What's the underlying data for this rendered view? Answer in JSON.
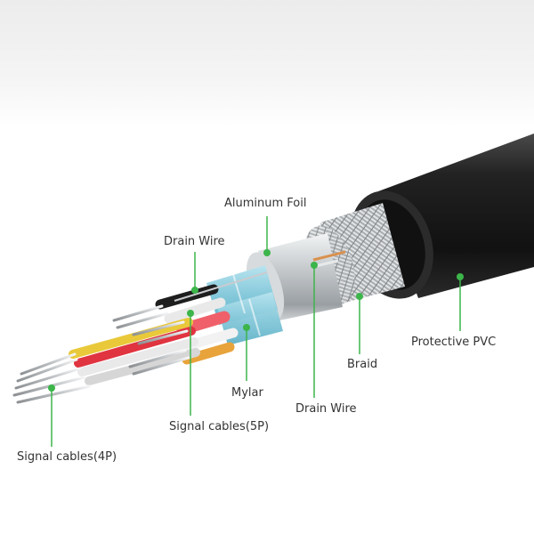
{
  "labels": {
    "aluminum_foil": "Aluminum Foil",
    "drain_wire_top": "Drain Wire",
    "protective_pvc": "Protective PVC",
    "braid": "Braid",
    "mylar": "Mylar",
    "drain_wire_bottom": "Drain Wire",
    "signal_cables_5p": "Signal cables(5P)",
    "signal_cables_4p": "Signal cables(4P)"
  },
  "colors": {
    "pointer": "#3cb54a",
    "jacket": "#1c1c1c",
    "mylar": "#8ccfe0",
    "foil": "#cfd3d6",
    "braid": "#b9bcbe"
  }
}
